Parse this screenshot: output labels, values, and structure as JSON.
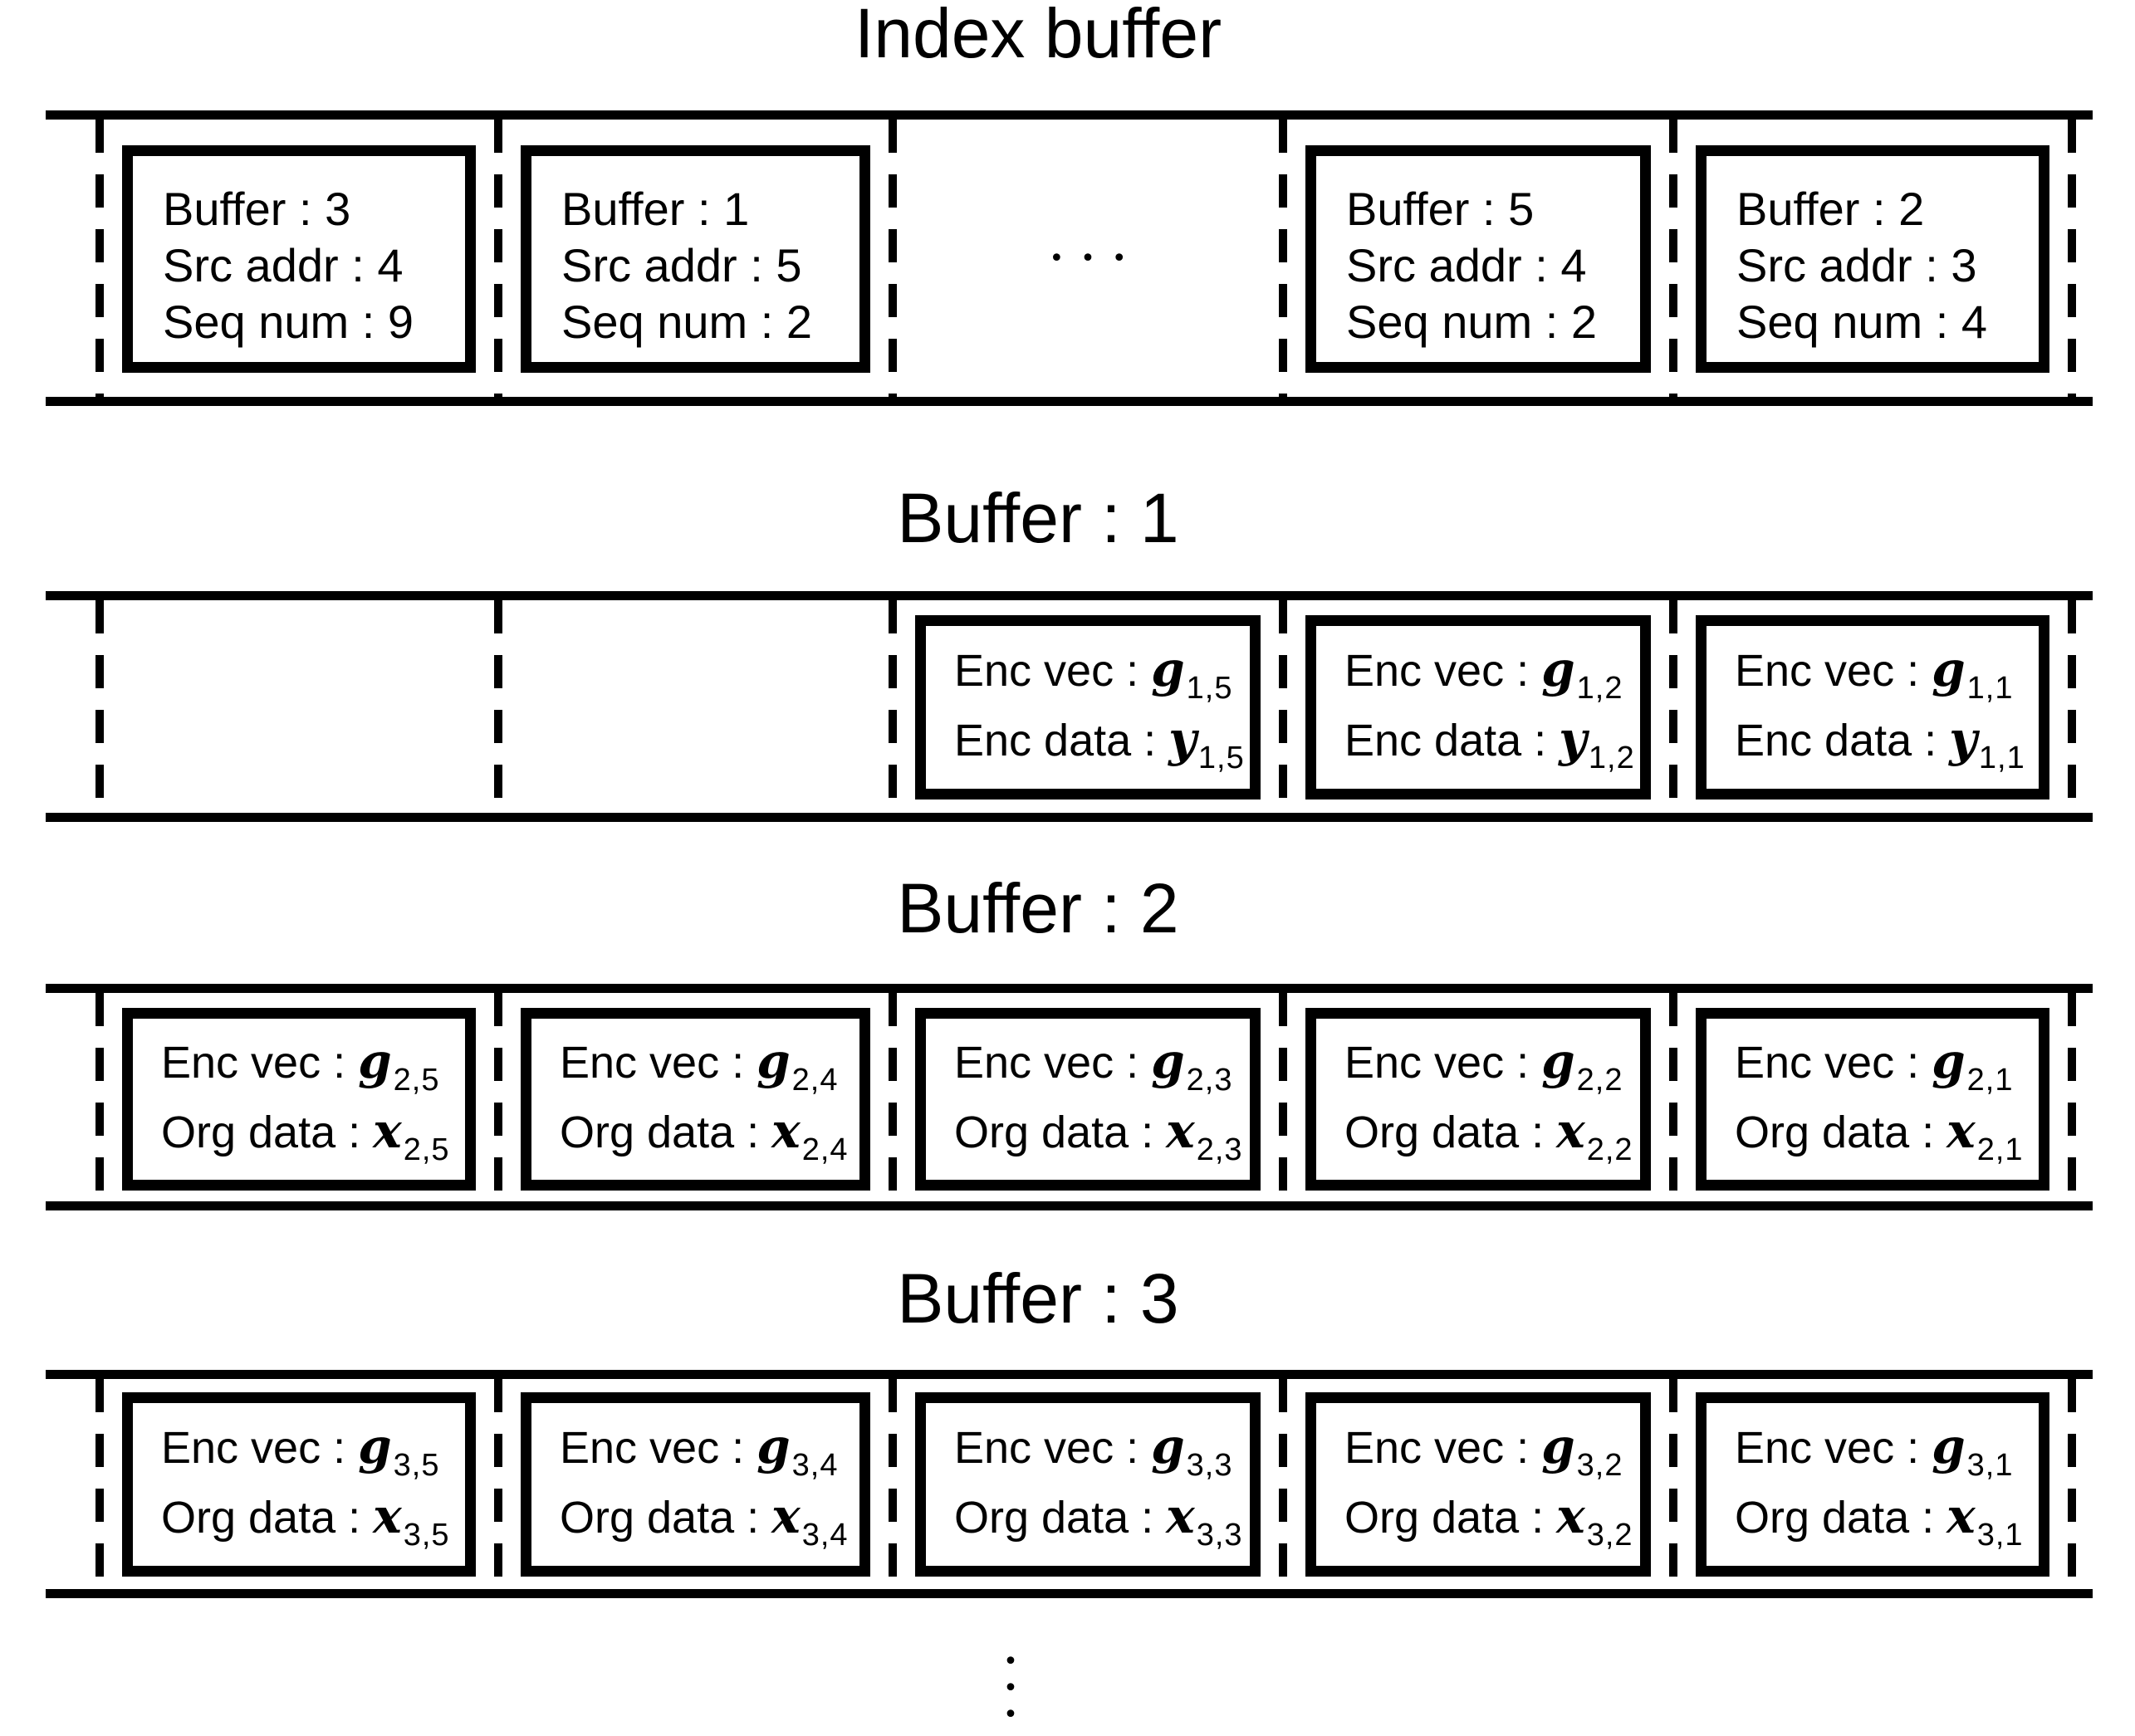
{
  "colors": {
    "ink": "#000000",
    "paper": "#ffffff"
  },
  "index_buffer": {
    "title": "Index buffer",
    "cells": [
      {
        "type": "record",
        "lines": [
          "Buffer : 3",
          "Src addr : 4",
          "Seq num : 9"
        ]
      },
      {
        "type": "record",
        "lines": [
          "Buffer : 1",
          "Src addr : 5",
          "Seq num : 2"
        ]
      },
      {
        "type": "ellipsis",
        "dots": "•••"
      },
      {
        "type": "record",
        "lines": [
          "Buffer : 5",
          "Src addr : 4",
          "Seq num : 2"
        ]
      },
      {
        "type": "record",
        "lines": [
          "Buffer : 2",
          "Src addr : 3",
          "Seq num : 4"
        ]
      }
    ]
  },
  "data_buffers": [
    {
      "title": "Buffer : 1",
      "cells": [
        {
          "type": "empty"
        },
        {
          "type": "empty"
        },
        {
          "type": "math",
          "lines": [
            {
              "label": "Enc vec : ",
              "sym": "g",
              "sub": "1,5"
            },
            {
              "label": "Enc data : ",
              "sym": "y",
              "sub": "1,5"
            }
          ]
        },
        {
          "type": "math",
          "lines": [
            {
              "label": "Enc vec : ",
              "sym": "g",
              "sub": "1,2"
            },
            {
              "label": "Enc data : ",
              "sym": "y",
              "sub": "1,2"
            }
          ]
        },
        {
          "type": "math",
          "lines": [
            {
              "label": "Enc vec : ",
              "sym": "g",
              "sub": "1,1"
            },
            {
              "label": "Enc data : ",
              "sym": "y",
              "sub": "1,1"
            }
          ]
        }
      ]
    },
    {
      "title": "Buffer : 2",
      "cells": [
        {
          "type": "math",
          "lines": [
            {
              "label": "Enc vec : ",
              "sym": "g",
              "sub": "2,5"
            },
            {
              "label": "Org data : ",
              "sym": "x",
              "sub": "2,5"
            }
          ]
        },
        {
          "type": "math",
          "lines": [
            {
              "label": "Enc vec : ",
              "sym": "g",
              "sub": "2,4"
            },
            {
              "label": "Org data : ",
              "sym": "x",
              "sub": "2,4"
            }
          ]
        },
        {
          "type": "math",
          "lines": [
            {
              "label": "Enc vec : ",
              "sym": "g",
              "sub": "2,3"
            },
            {
              "label": "Org data : ",
              "sym": "x",
              "sub": "2,3"
            }
          ]
        },
        {
          "type": "math",
          "lines": [
            {
              "label": "Enc vec : ",
              "sym": "g",
              "sub": "2,2"
            },
            {
              "label": "Org data : ",
              "sym": "x",
              "sub": "2,2"
            }
          ]
        },
        {
          "type": "math",
          "lines": [
            {
              "label": "Enc vec : ",
              "sym": "g",
              "sub": "2,1"
            },
            {
              "label": "Org data : ",
              "sym": "x",
              "sub": "2,1"
            }
          ]
        }
      ]
    },
    {
      "title": "Buffer : 3",
      "cells": [
        {
          "type": "math",
          "lines": [
            {
              "label": "Enc vec : ",
              "sym": "g",
              "sub": "3,5"
            },
            {
              "label": "Org data : ",
              "sym": "x",
              "sub": "3,5"
            }
          ]
        },
        {
          "type": "math",
          "lines": [
            {
              "label": "Enc vec : ",
              "sym": "g",
              "sub": "3,4"
            },
            {
              "label": "Org data : ",
              "sym": "x",
              "sub": "3,4"
            }
          ]
        },
        {
          "type": "math",
          "lines": [
            {
              "label": "Enc vec : ",
              "sym": "g",
              "sub": "3,3"
            },
            {
              "label": "Org data : ",
              "sym": "x",
              "sub": "3,3"
            }
          ]
        },
        {
          "type": "math",
          "lines": [
            {
              "label": "Enc vec : ",
              "sym": "g",
              "sub": "3,2"
            },
            {
              "label": "Org data : ",
              "sym": "x",
              "sub": "3,2"
            }
          ]
        },
        {
          "type": "math",
          "lines": [
            {
              "label": "Enc vec : ",
              "sym": "g",
              "sub": "3,1"
            },
            {
              "label": "Org data : ",
              "sym": "x",
              "sub": "3,1"
            }
          ]
        }
      ]
    }
  ],
  "continuation_dots": "•••"
}
